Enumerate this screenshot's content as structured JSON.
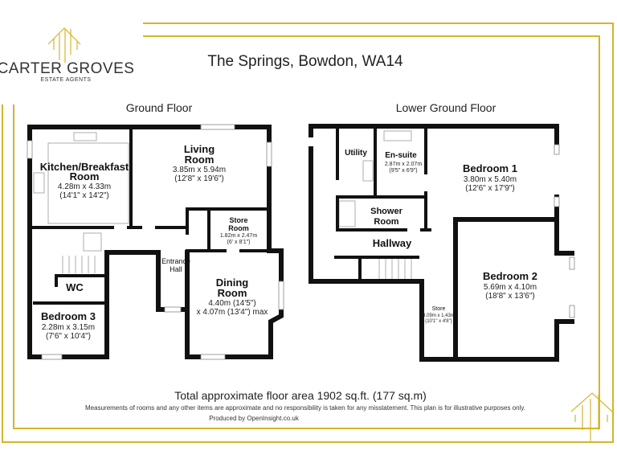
{
  "brand": {
    "name": "CARTER GROVES",
    "subtitle": "ESTATE AGENTS"
  },
  "title": "The Springs, Bowdon, WA14",
  "floors": {
    "ground": {
      "label": "Ground Floor",
      "rooms": {
        "kitchen": {
          "name1": "Kitchen/Breakfast",
          "name2": "Room",
          "metric": "4.28m x 4.33m",
          "imperial": "(14'1\" x 14'2\")"
        },
        "living": {
          "name1": "Living",
          "name2": "Room",
          "metric": "3.85m x 5.94m",
          "imperial": "(12'8\" x 19'6\")"
        },
        "store": {
          "name1": "Store",
          "name2": "Room",
          "metric": "1.82m x 2.47m",
          "imperial": "(6' x 8'1\")"
        },
        "entrance": {
          "name1": "Entrance",
          "name2": "Hall"
        },
        "dining": {
          "name1": "Dining",
          "name2": "Room",
          "metric": "4.40m (14'5\")",
          "imperial": "x 4.07m (13'4\") max"
        },
        "wc": {
          "name": "WC"
        },
        "bedroom3": {
          "name": "Bedroom 3",
          "metric": "2.28m x 3.15m",
          "imperial": "(7'6\" x 10'4\")"
        }
      }
    },
    "lower": {
      "label": "Lower Ground Floor",
      "rooms": {
        "utility": {
          "name": "Utility"
        },
        "ensuite": {
          "name": "En-suite",
          "metric": "2.87m x 2.07m",
          "imperial": "(9'5\" x 6'9\")"
        },
        "bedroom1": {
          "name": "Bedroom 1",
          "metric": "3.80m x 5.40m",
          "imperial": "(12'6\" x 17'9\")"
        },
        "shower": {
          "name1": "Shower",
          "name2": "Room"
        },
        "hallway": {
          "name": "Hallway"
        },
        "bedroom2": {
          "name": "Bedroom 2",
          "metric": "5.69m x 4.10m",
          "imperial": "(18'8\" x 13'6\")"
        },
        "store": {
          "name": "Store",
          "metric": "3.09m x 1.43m",
          "imperial": "(10'1\" x 4'8\")"
        }
      }
    }
  },
  "footer": {
    "total": "Total approximate floor area 1902 sq.ft. (177 sq.m)",
    "disclaimer": "Measurements of rooms and any other items are approximate and no responsibility is taken for any misstatement. This plan is for illustrative purposes only.",
    "produced": "Produced by OpenInsight.co.uk"
  },
  "colors": {
    "accent": "#d4b52a",
    "wall": "#111111"
  }
}
